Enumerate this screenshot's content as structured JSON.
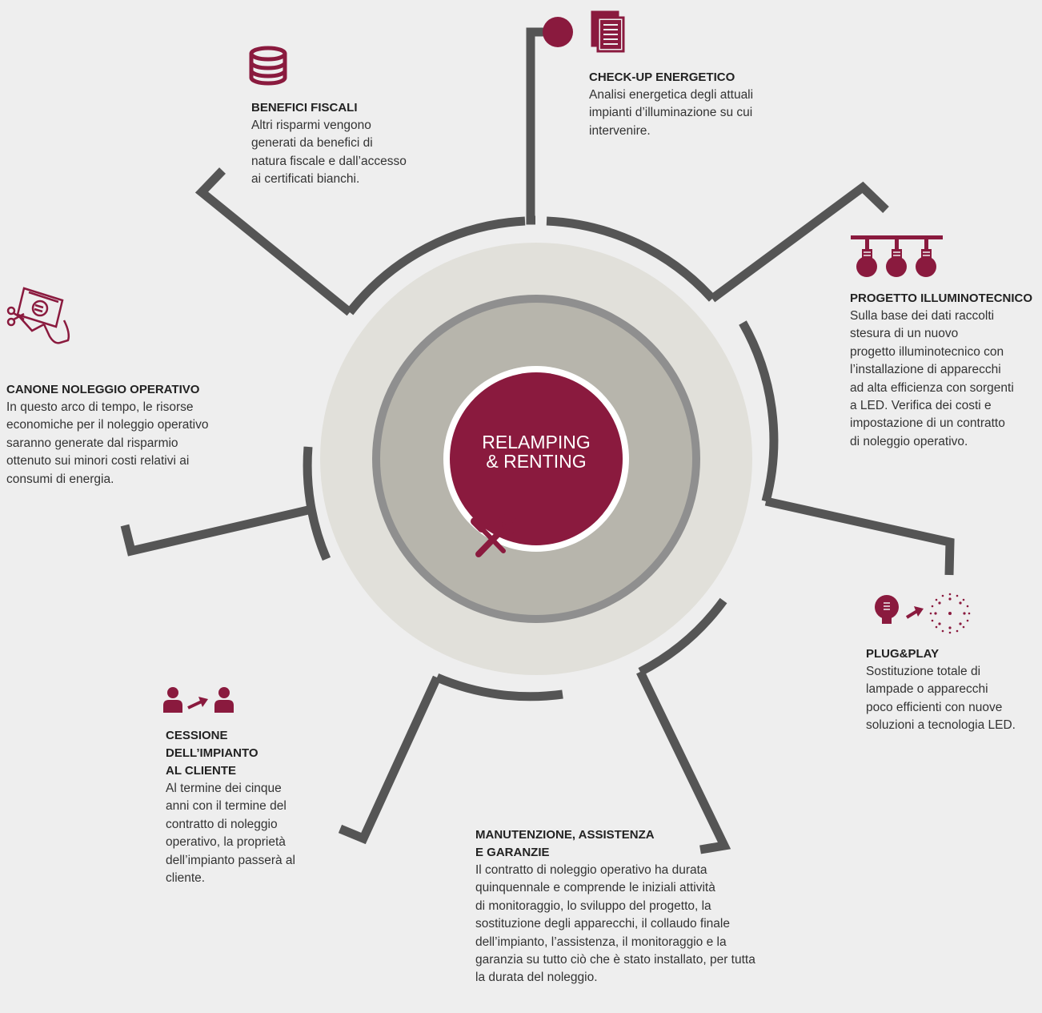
{
  "center": {
    "label": "RELAMPING\n& RENTING"
  },
  "colors": {
    "background": "#eeeeee",
    "accent": "#8a1a3e",
    "outer_circle": "#e1e0da",
    "middle_ring": "#8f8f8f",
    "inner_disc": "#b7b5ac",
    "arms": "#555555"
  },
  "steps": [
    {
      "icon": "documents-icon",
      "title": "CHECK-UP ENERGETICO",
      "text": "Analisi energetica degli attuali\nimpianti d’illuminazione su cui\nintervenire."
    },
    {
      "icon": "hanging-bulbs-icon",
      "title": "PROGETTO ILLUMINOTECNICO",
      "text": "Sulla base dei dati raccolti\nstesura di un nuovo\nprogetto illuminotecnico con\nl’installazione di apparecchi\nad alta efficienza con sorgenti\na LED. Verifica dei costi e\nimpostazione di un contratto\ndi noleggio operativo."
    },
    {
      "icon": "bulb-to-led-icon",
      "title": "PLUG&PLAY",
      "text": "Sostituzione totale di\nlampade o apparecchi\npoco efficienti con nuove\nsoluzioni a tecnologia LED."
    },
    {
      "icon": "tools-icon",
      "title": "MANUTENZIONE, ASSISTENZA\nE GARANZIE",
      "text": "Il contratto di noleggio operativo ha durata\nquinquennale e comprende le iniziali attività\ndi monitoraggio, lo sviluppo del progetto, la\nsostituzione degli apparecchi, il collaudo finale\ndell’impianto, l’assistenza, il monitoraggio e la\ngaranzia su tutto ciò che è stato installato, per tutta\nla durata del noleggio."
    },
    {
      "icon": "person-transfer-icon",
      "title": "CESSIONE\nDELL’IMPIANTO\nAL CLIENTE",
      "text": "Al termine dei cinque\nanni con il termine del\ncontratto di noleggio\noperativo, la proprietà\ndell’impianto passerà al\ncliente."
    },
    {
      "icon": "euro-note-hand-icon",
      "title": "CANONE NOLEGGIO OPERATIVO",
      "text": "In questo arco di tempo, le risorse\neconomiche per il noleggio operativo\nsaranno generate dal risparmio\nottenuto sui minori costi relativi ai\nconsumi di energia."
    },
    {
      "icon": "coins-stack-icon",
      "title": "BENEFICI FISCALI",
      "text": "Altri risparmi vengono\ngenerati da benefici di\nnatura fiscale e dall’accesso\nai certificati bianchi."
    }
  ]
}
